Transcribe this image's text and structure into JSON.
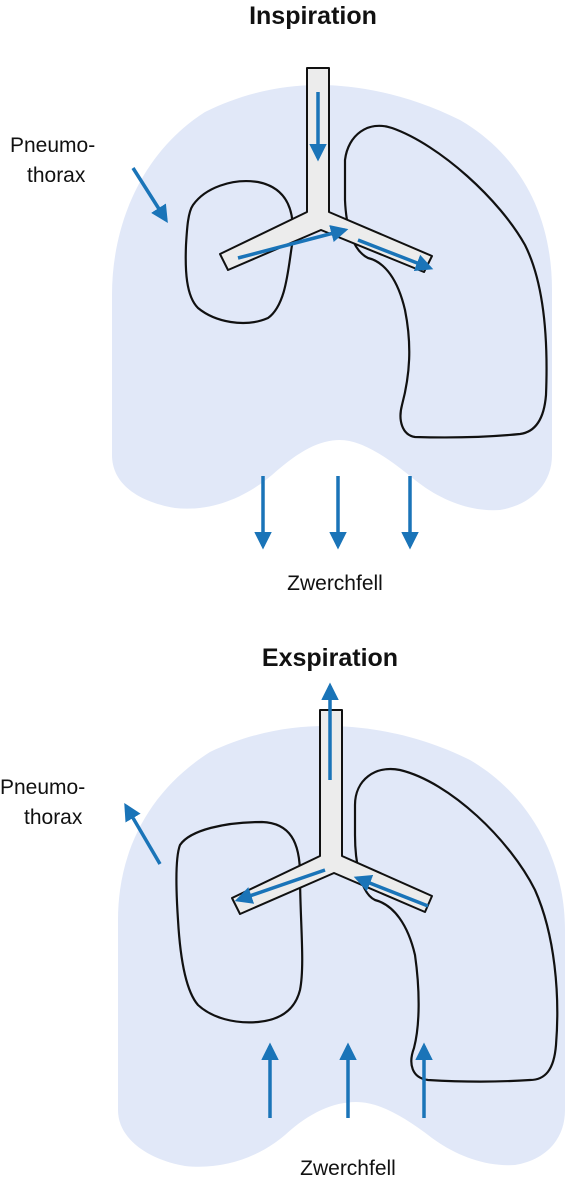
{
  "panels": [
    {
      "title": "Inspiration",
      "pneumothorax_label_line1": "Pneumo-",
      "pneumothorax_label_line2": "thorax",
      "diaphragm_label": "Zwerchfell"
    },
    {
      "title": "Exspiration",
      "pneumothorax_label_line1": "Pneumo-",
      "pneumothorax_label_line2": "thorax",
      "diaphragm_label": "Zwerchfell"
    }
  ],
  "colors": {
    "thorax_fill": "#e1e8f8",
    "arrow": "#1a74b8",
    "airway_fill": "#ececec",
    "outline": "#111111"
  }
}
